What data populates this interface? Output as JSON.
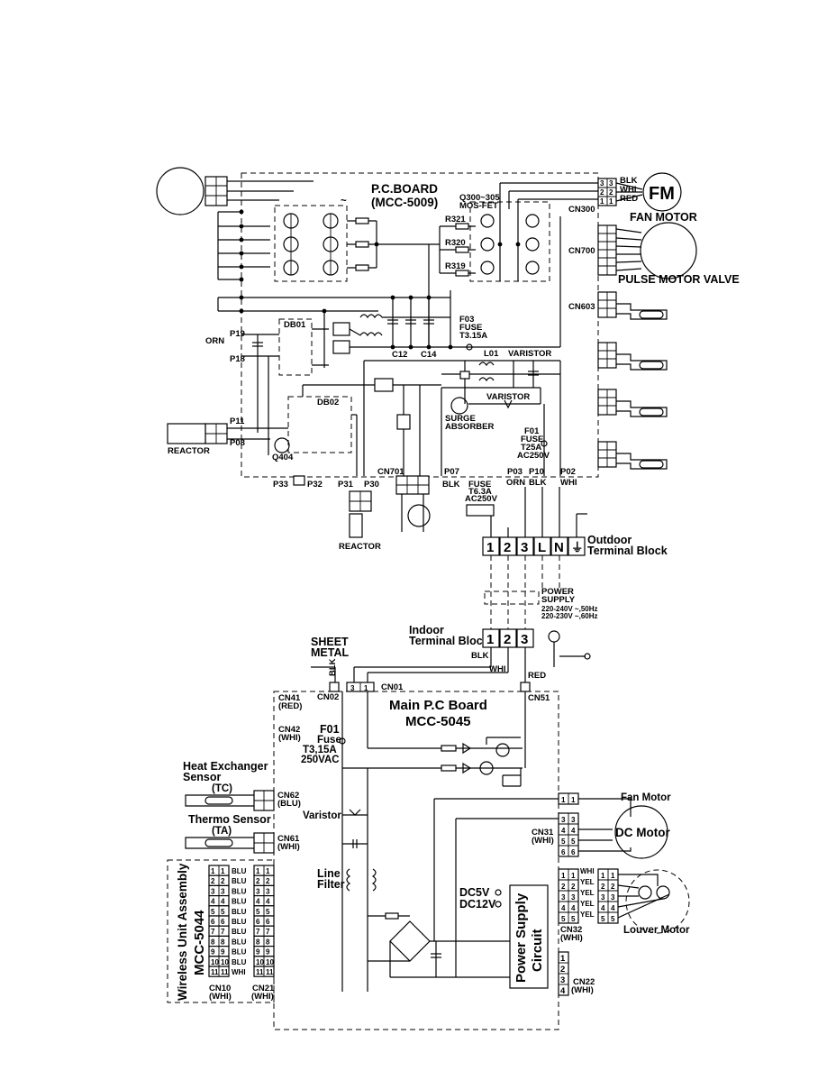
{
  "pcb_top": {
    "title": "P.C.BOARD",
    "model": "(MCC-5009)",
    "tilde": "~"
  },
  "fan_motor_top": {
    "symbol": "FM",
    "label": "FAN MOTOR",
    "w1": "BLK",
    "w2": "WHI",
    "w3": "RED",
    "connector": "CN300",
    "pins": [
      "3",
      "3",
      "2",
      "2",
      "1",
      "1"
    ]
  },
  "mosfet": {
    "label1": "Q300~305",
    "label2": "MOS-FET",
    "r1": "R321",
    "r2": "R320",
    "r3": "R319"
  },
  "cn700": "CN700",
  "pulse_valve": "PULSE MOTOR VALVE",
  "cn603": "CN603",
  "db01": "DB01",
  "db02": "DB02",
  "orn": "ORN",
  "p19": "P19",
  "p18": "P18",
  "p11": "P11",
  "p08": "P08",
  "reactor": "REACTOR",
  "q404": "Q404",
  "f03": {
    "name": "F03",
    "type": "FUSE",
    "rating": "T3.15A"
  },
  "c12": "C12",
  "c14": "C14",
  "l01": "L01",
  "varistor1": "VARISTOR",
  "varistor2": "VARISTOR",
  "surge": {
    "l1": "SURGE",
    "l2": "ABSORBER"
  },
  "f01": {
    "name": "F01",
    "type": "FUSE",
    "rating": "T25A",
    "voltage": "AC250V"
  },
  "cn701": "CN701",
  "p07": "P07",
  "blk": "BLK",
  "p03": "P03",
  "p10": "P10",
  "p02": "P02",
  "orn2": "ORN",
  "blk2": "BLK",
  "whi2": "WHI",
  "p33": "P33",
  "p32": "P32",
  "p31": "P31",
  "p30": "P30",
  "reactor2": "REACTOR",
  "fuse2": {
    "type": "FUSE",
    "rating": "T6.3A",
    "voltage": "AC250V"
  },
  "outdoor_tb": {
    "l1": "Outdoor",
    "l2": "Terminal Block",
    "terms": [
      "1",
      "2",
      "3",
      "L",
      "N",
      "⏚"
    ]
  },
  "power": {
    "l1": "POWER",
    "l2": "SUPPLY",
    "l3": "220-240V ~,50Hz",
    "l4": "220-230V ~,60Hz"
  },
  "indoor_tb": {
    "l1": "Indoor",
    "l2": "Terminal Block",
    "terms": [
      "1",
      "2",
      "3"
    ]
  },
  "sheet_metal": {
    "l1": "SHEET",
    "l2": "METAL",
    "blk": "BLK"
  },
  "blk3": "BLK",
  "whi3": "WHI",
  "red3": "RED",
  "cn41": {
    "name": "CN41",
    "color": "(RED)"
  },
  "cn02": "CN02",
  "cn01": "CN01",
  "cn51": "CN51",
  "cn01_pins": [
    "3",
    "1"
  ],
  "main_pcb": {
    "title": "Main P.C Board",
    "model": "MCC-5045"
  },
  "cn42": {
    "name": "CN42",
    "color": "(WHI)"
  },
  "f01b": {
    "name": "F01",
    "type": "Fuse",
    "rating": "T3,15A",
    "voltage": "250VAC"
  },
  "hx_sensor": {
    "l1": "Heat Exchanger",
    "l2": "Sensor",
    "tag": "(TC)",
    "cn": "CN62",
    "color": "(BLU)"
  },
  "thermo": {
    "l1": "Thermo Sensor",
    "tag": "(TA)",
    "cn": "CN61",
    "color": "(WHI)"
  },
  "varistor3": "Varistor",
  "line_filter": {
    "l1": "Line",
    "l2": "Filter"
  },
  "fan_motor_bot": {
    "label": "Fan Motor",
    "dc": "DC Motor",
    "cn": "CN31",
    "color": "(WHI)",
    "pins": [
      "1",
      "3",
      "4",
      "5",
      "6"
    ]
  },
  "dc5v": "DC5V",
  "dc12v": "DC12V",
  "psu": {
    "l1": "Power Supply",
    "l2": "Circuit"
  },
  "louver": {
    "label": "Louver Motor",
    "cn": "CN32",
    "color": "(WHI)",
    "wires": [
      "WHI",
      "YEL",
      "YEL",
      "YEL",
      "YEL"
    ],
    "pins": [
      "1",
      "2",
      "3",
      "4",
      "5"
    ]
  },
  "cn22": {
    "name": "CN22",
    "color": "(WHI)",
    "pins": [
      "1",
      "2",
      "3",
      "4"
    ]
  },
  "wireless": {
    "l1": "Wireless Unit Assembly",
    "l2": "MCC-5044",
    "cn10": "CN10",
    "cn10c": "(WHI)",
    "cn21": "CN21",
    "cn21c": "(WHI)",
    "pins": [
      "1",
      "2",
      "3",
      "4",
      "5",
      "6",
      "7",
      "8",
      "9",
      "10",
      "11"
    ],
    "wires": [
      "BLU",
      "BLU",
      "BLU",
      "BLU",
      "BLU",
      "BLU",
      "BLU",
      "BLU",
      "BLU",
      "BLU",
      "WHI"
    ]
  }
}
